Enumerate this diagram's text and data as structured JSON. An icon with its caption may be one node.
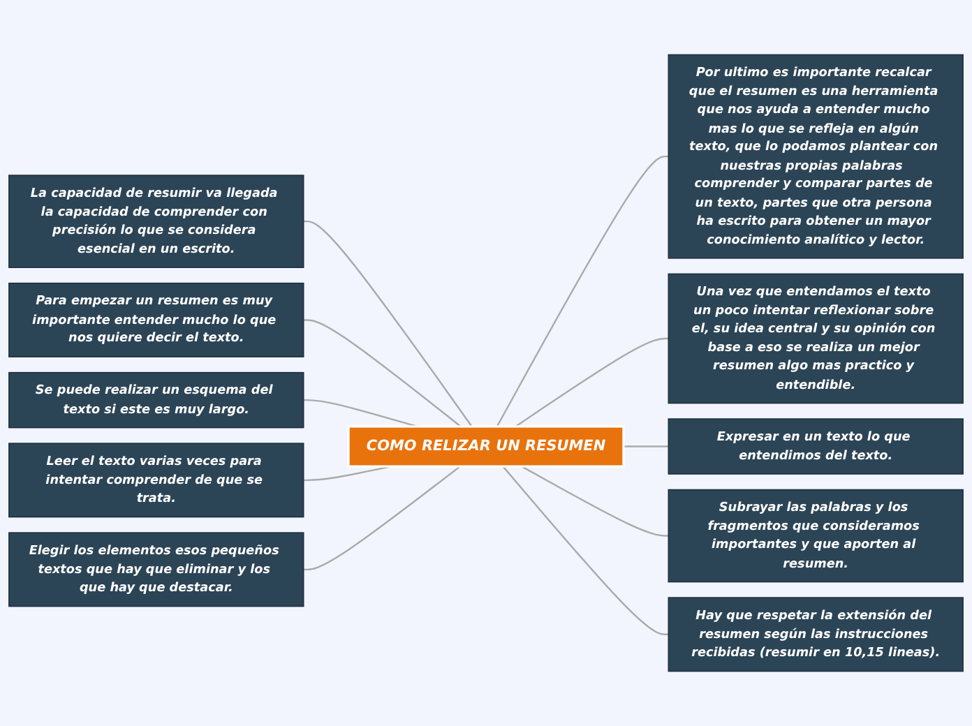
{
  "diagram": {
    "nodes": [
      {
        "text": [
          "COMO RELIZAR UN RESUMEN"
        ]
      },
      {
        "text": [
          "Por ultimo es importante recalcar que el resumen es una herramienta que nos ayuda a entender mucho mas lo que se refleja en algún texto, que lo podamos plantear con nuestras propias palabras  comprender y comparar partes de un texto, partes que otra persona ha escrito para obtener un mayor conocimiento analítico y lector."
        ]
      },
      {
        "text": [
          "Una vez que entendamos el texto un poco intentar reflexionar sobre el, su idea central y su opinión con base a eso se realiza un mejor resumen algo mas practico y entendible."
        ]
      },
      {
        "text": [
          "Expresar en un texto lo que entendimos del texto."
        ]
      },
      {
        "text": [
          "Subrayar las palabras y los fragmentos que consideramos importantes y que aporten al resumen."
        ]
      },
      {
        "text": [
          "Hay que respetar la extensión del resumen según las instrucciones recibidas (resumir en 10,15 lineas)."
        ]
      },
      {
        "text": [
          "La capacidad de resumir va llegada la capacidad de comprender con precisión lo que se considera esencial en un escrito."
        ]
      },
      {
        "text": [
          "Para empezar un resumen es muy importante entender mucho lo que nos quiere decir el texto."
        ]
      },
      {
        "text": [
          "Se puede realizar un esquema del texto si este es muy largo."
        ]
      },
      {
        "text": [
          "Leer el texto varias veces para intentar comprender de que se trata."
        ]
      },
      {
        "text": [
          "Elegir los elementos esos pequeños textos que hay que eliminar y los que hay que destacar."
        ]
      }
    ],
    "edges": [
      {
        "from": 0,
        "to": 1,
        "arrow": "none"
      },
      {
        "from": 0,
        "to": 2,
        "arrow": "none"
      },
      {
        "from": 0,
        "to": 3,
        "arrow": "none"
      },
      {
        "from": 0,
        "to": 4,
        "arrow": "none"
      },
      {
        "from": 0,
        "to": 5,
        "arrow": "none"
      },
      {
        "from": 6,
        "to": 0,
        "arrow": "none"
      },
      {
        "from": 7,
        "to": 0,
        "arrow": "none"
      },
      {
        "from": 8,
        "to": 0,
        "arrow": "none"
      },
      {
        "from": 9,
        "to": 0,
        "arrow": "none"
      },
      {
        "from": 10,
        "to": 0,
        "arrow": "none"
      }
    ]
  }
}
